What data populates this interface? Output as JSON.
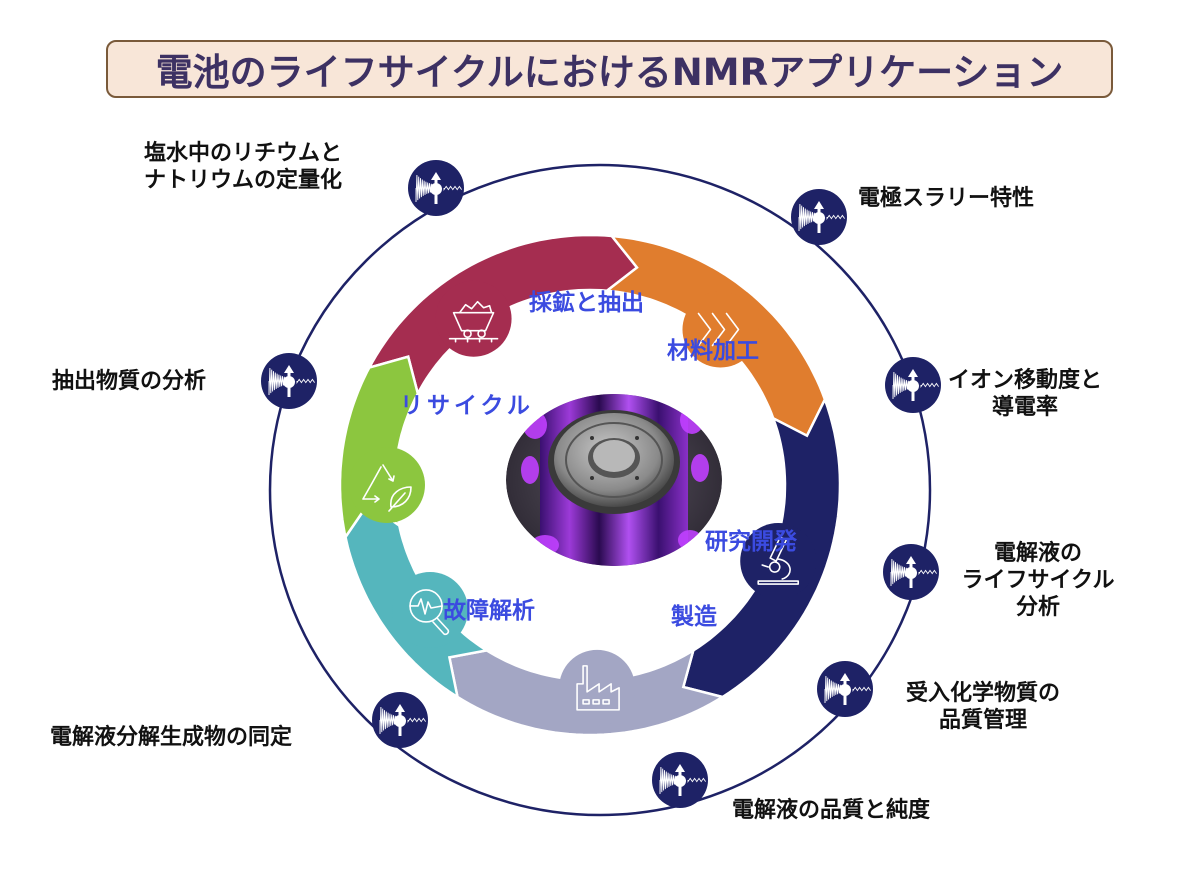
{
  "title": "電池のライフサイクルにおけるNMRアプリケーション",
  "stages": [
    {
      "label": "採鉱と抽出",
      "icon": "mine-cart-icon",
      "color": "#a52d50"
    },
    {
      "label": "材料加工",
      "icon": "chevrons-icon",
      "color": "#e07d2e"
    },
    {
      "label": "研究開発",
      "icon": "microscope-icon",
      "color": "#1e2266"
    },
    {
      "label": "製造",
      "icon": "factory-icon",
      "color": "#a3a6c4"
    },
    {
      "label": "故障解析",
      "icon": "magnifier-pulse-icon",
      "color": "#55b6bd"
    },
    {
      "label": "リサイクル",
      "icon": "recycle-leaf-icon",
      "color": "#8cc63f"
    }
  ],
  "applications": [
    {
      "label": "塩水中のリチウムと\nナトリウムの定量化",
      "icon": "nmr-spin-icon"
    },
    {
      "label": "電極スラリー特性",
      "icon": "nmr-spin-icon"
    },
    {
      "label": "イオン移動度と\n導電率",
      "icon": "nmr-spin-icon"
    },
    {
      "label": "電解液の\nライフサイクル\n分析",
      "icon": "nmr-spin-icon"
    },
    {
      "label": "受入化学物質の\n品質管理",
      "icon": "nmr-spin-icon"
    },
    {
      "label": "電解液の品質と純度",
      "icon": "nmr-spin-icon"
    },
    {
      "label": "電解液分解生成物の同定",
      "icon": "nmr-spin-icon"
    },
    {
      "label": "抽出物質の分析",
      "icon": "nmr-spin-icon"
    }
  ],
  "center_image": "battery-cell-photo",
  "colors": {
    "outer_ring": "#1e2266",
    "nmr_badge": "#1e2266",
    "stage_text": "#3b4be0",
    "title_text": "#3d3163",
    "title_bg": "#f8e6d8"
  }
}
